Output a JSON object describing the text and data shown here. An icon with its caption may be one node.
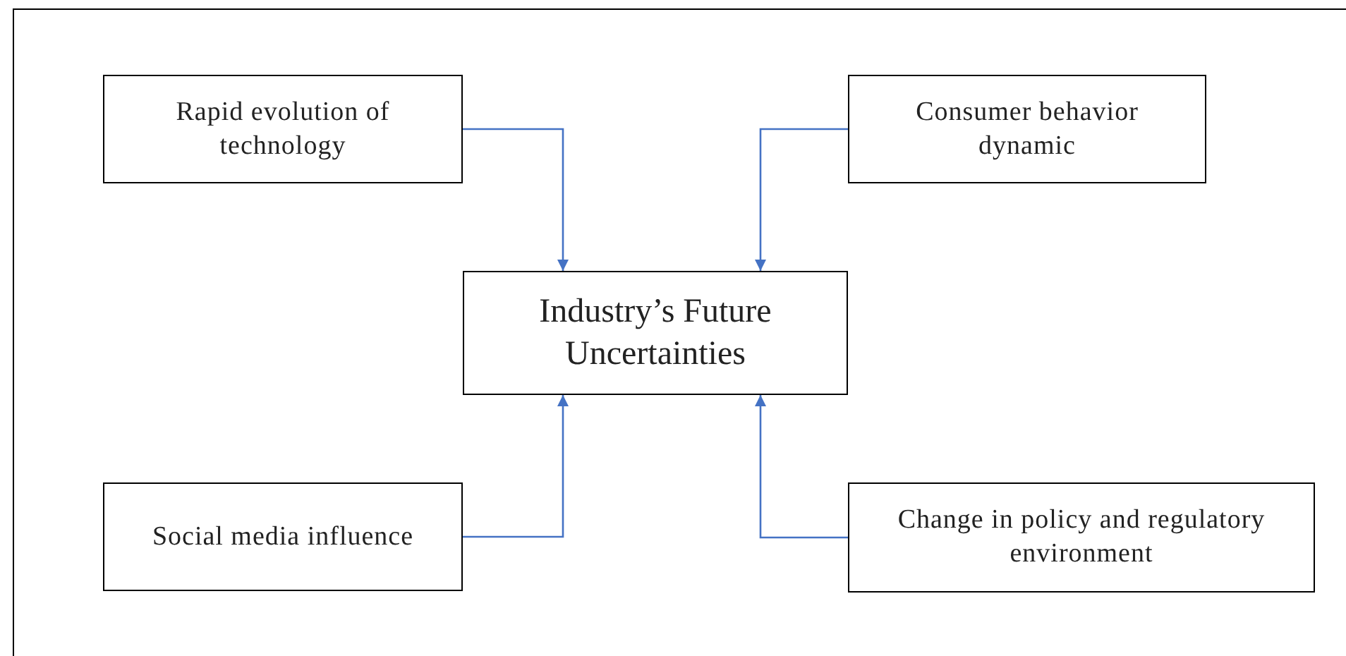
{
  "diagram": {
    "nodes": [
      {
        "text": [
          "Rapid evolution of technology"
        ]
      },
      {
        "text": [
          "Consumer behavior dynamic"
        ]
      },
      {
        "text": [
          "Industry’s Future Uncertainties"
        ]
      },
      {
        "text": [
          "Social media influence"
        ]
      },
      {
        "text": [
          "Change in policy and regulatory environment"
        ]
      }
    ],
    "edges": [
      {
        "from": 0,
        "to": 2,
        "arrow": "to"
      },
      {
        "from": 1,
        "to": 2,
        "arrow": "to"
      },
      {
        "from": 3,
        "to": 2,
        "arrow": "to"
      },
      {
        "from": 4,
        "to": 2,
        "arrow": "to"
      }
    ]
  }
}
